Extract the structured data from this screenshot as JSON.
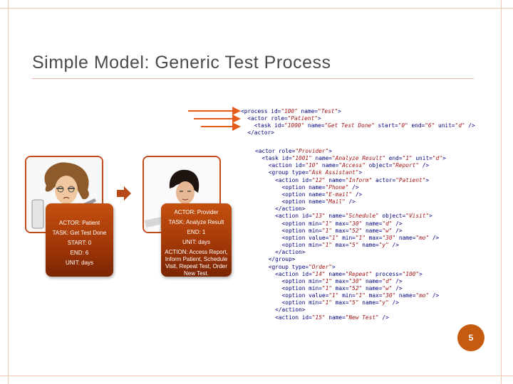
{
  "slide": {
    "title": "Simple Model: Generic Test Process",
    "number": "5",
    "colors": {
      "accent": "#c55a11",
      "actor_box": "#a33807",
      "frame": "#f2c7b2",
      "code_tag": "#000080",
      "code_string": "#a31515"
    }
  },
  "actors": [
    {
      "image_icon": "patient-icon",
      "lines": [
        "ACTOR: Patient",
        "TASK: Get Test Done",
        "START: 0",
        "END: 6",
        "UNIT: days"
      ]
    },
    {
      "image_icon": "provider-icon",
      "lines": [
        "ACTOR: Provider",
        "TASK: Analyze Result",
        "END: 1",
        "UNIT: days",
        "ACTION: Access Report, Inform Patient, Schedule Visit, Repeat Test, Order New Test."
      ]
    }
  ],
  "code_block_1": [
    "<process id=\"100\" name=\"Test\">",
    "  <actor role=\"Patient\">",
    "    <task id=\"1000\" name=\"Get Test Done\" start=\"0\" end=\"6\" unit=\"d\" />",
    "  </actor>"
  ],
  "code_block_2": [
    "<actor role=\"Provider\">",
    "  <task id=\"1001\" name=\"Analyze Result\" end=\"1\" unit=\"d\">",
    "    <action id=\"10\" name=\"Access\" object=\"Report\" />",
    "    <group type=\"Ask Assistant\">",
    "      <action id=\"12\" name=\"Inform\" actor=\"Patient\">",
    "        <option name=\"Phone\" />",
    "        <option name=\"E-mail\" />",
    "        <option name=\"Mail\" />",
    "      </action>",
    "      <action id=\"13\" name=\"Schedule\" object=\"Visit\">",
    "        <option min=\"1\" max=\"30\" name=\"d\" />",
    "        <option min=\"1\" max=\"52\" name=\"w\" />",
    "        <option value=\"1\" min=\"1\" max=\"30\" name=\"mo\" />",
    "        <option min=\"1\" max=\"5\" name=\"y\" />",
    "      </action>",
    "    </group>",
    "    <group type=\"Order\">",
    "      <action id=\"14\" name=\"Repeat\" process=\"100\">",
    "        <option min=\"1\" max=\"30\" name=\"d\" />",
    "        <option min=\"1\" max=\"52\" name=\"w\" />",
    "        <option value=\"1\" min=\"1\" max=\"30\" name=\"mo\" />",
    "        <option min=\"1\" max=\"5\" name=\"y\" />",
    "      </action>",
    "      <action id=\"15\" name=\"New Test\" />"
  ]
}
